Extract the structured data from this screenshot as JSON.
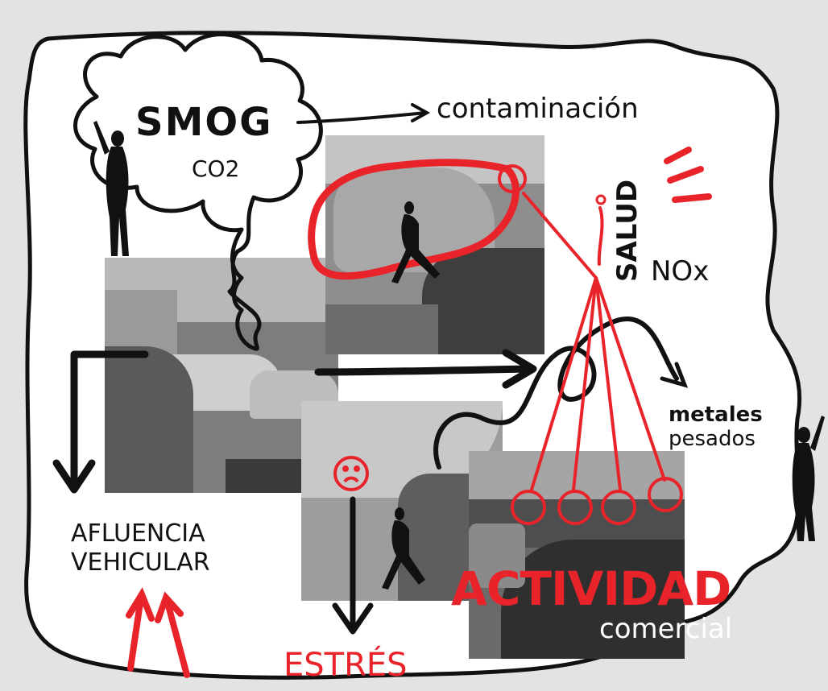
{
  "labels": {
    "smog": "SMOG",
    "co2": "CO2",
    "contaminacion": "contaminación",
    "salud": "SALUD",
    "nox": "NOx",
    "metales": "metales",
    "pesados": "pesados",
    "afluencia": "AFLUENCIA",
    "vehicular": "VEHICULAR",
    "actividad": "ACTIVIDAD",
    "comercial": "comercial",
    "estres": "ESTRÉS"
  },
  "colors": {
    "background": "#e3e3e3",
    "bubble": "#ffffff",
    "ink": "#111111",
    "accent_red": "#e8232a"
  },
  "icons": [
    "person-silhouette-icon",
    "sad-face-icon",
    "thought-cloud-icon"
  ]
}
